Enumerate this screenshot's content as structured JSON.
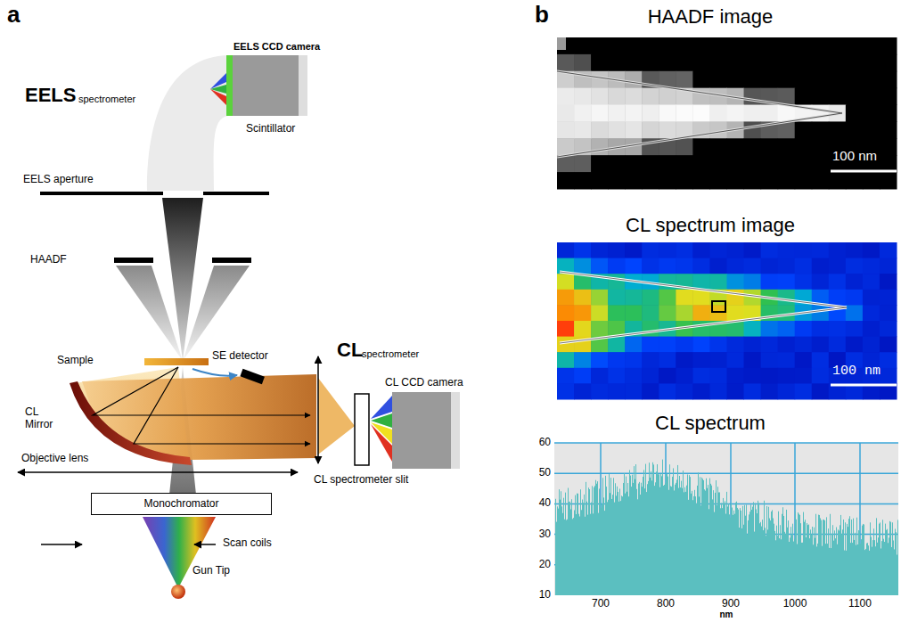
{
  "diagram": {
    "nodes": [
      {
        "text": [
          "Monochromator"
        ]
      },
      {
        "text": [
          "HAADF image",
          "100 nm"
        ]
      },
      {
        "text": [
          "CL spectrum image",
          "100 nm"
        ]
      },
      {
        "text": [
          "CL spectrum"
        ]
      }
    ],
    "labels": [
      "a",
      "EELS",
      "spectrometer",
      "EELS CCD camera",
      "Scintillator",
      "EELS aperture",
      "HAADF",
      "Sample",
      "SE detector",
      "CL",
      "spectrometer",
      "CL CCD camera",
      "CL Mirror",
      "CL spectrometer slit",
      "Objective lens",
      "Scan coils",
      "Gun Tip",
      "b",
      "60",
      "50",
      "40",
      "30",
      "20",
      "10",
      "700",
      "800",
      "900",
      "1000",
      "1100",
      "nm"
    ]
  }
}
